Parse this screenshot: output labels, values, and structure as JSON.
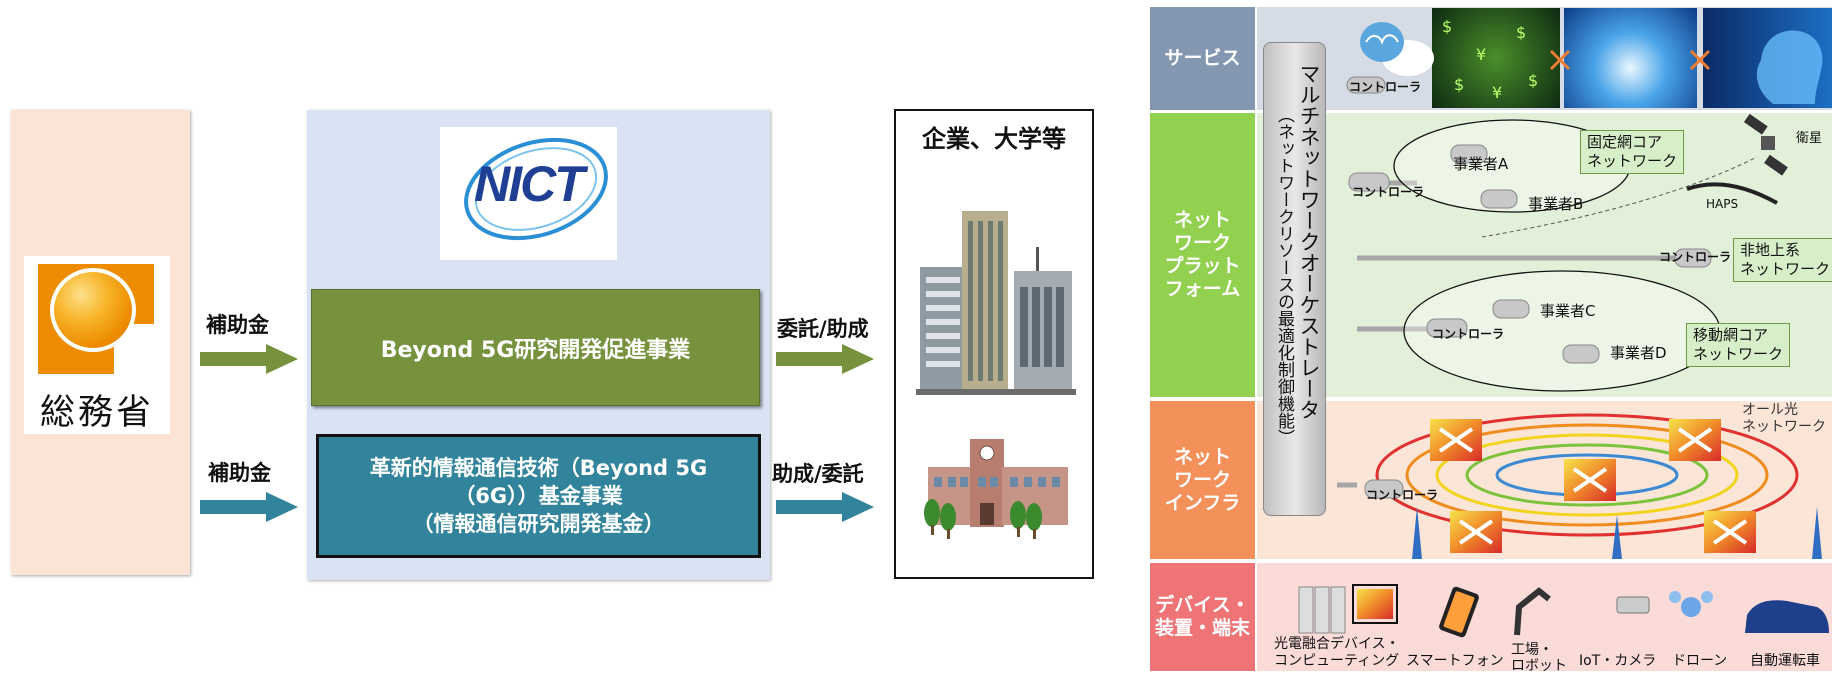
{
  "left_diagram": {
    "ministry": {
      "name": "総務省"
    },
    "nict": {
      "logo_text": "NICT"
    },
    "program_beyond5g": "Beyond 5G研究開発促進事業",
    "program_fund": [
      "革新的情報通信技術（Beyond 5G",
      "（6G））基金事業",
      "（情報通信研究開発基金）"
    ],
    "arrow_top_left": "補助金",
    "arrow_bottom_left": "補助金",
    "arrow_top_right": "委託/助成",
    "arrow_bottom_right": "助成/委託",
    "recipients_title": "企業、大学等"
  },
  "right_diagram": {
    "rows": [
      {
        "label": "サービス"
      },
      {
        "label": "ネット\nワーク\nプラット\nフォーム"
      },
      {
        "label": "ネット\nワーク\nインフラ"
      },
      {
        "label": "デバイス・\n装置・端末"
      }
    ],
    "orchestrator": [
      "マルチネットワークオーケストレータ",
      "（ネットワークリソースの最適化制御機能）"
    ],
    "controller_label": "コントローラ",
    "operators": [
      "事業者A",
      "事業者B",
      "事業者C",
      "事業者D"
    ],
    "fixed_core": [
      "固定網コア",
      "ネットワーク"
    ],
    "non_terrestrial": [
      "非地上系",
      "ネットワーク"
    ],
    "mobile_core": [
      "移動網コア",
      "ネットワーク"
    ],
    "satellite": "衛星",
    "haps": "HAPS",
    "all_optical": [
      "オール光",
      "ネットワーク"
    ],
    "devices": [
      "光電融合デバイス・",
      "コンピューティング",
      "スマートフォン",
      "工場・",
      "ロボット",
      "IoT・カメラ",
      "ドローン",
      "自動運転車"
    ]
  },
  "colors": {
    "ministry_bg": "#fbe3d6",
    "nict_bg": "#dae3f3",
    "green_program": "#76923c",
    "teal_program": "#31849b",
    "row_service": "#8497b0",
    "row_platform": "#92d050",
    "row_infra": "#f4915a",
    "row_device": "#ee7475"
  }
}
